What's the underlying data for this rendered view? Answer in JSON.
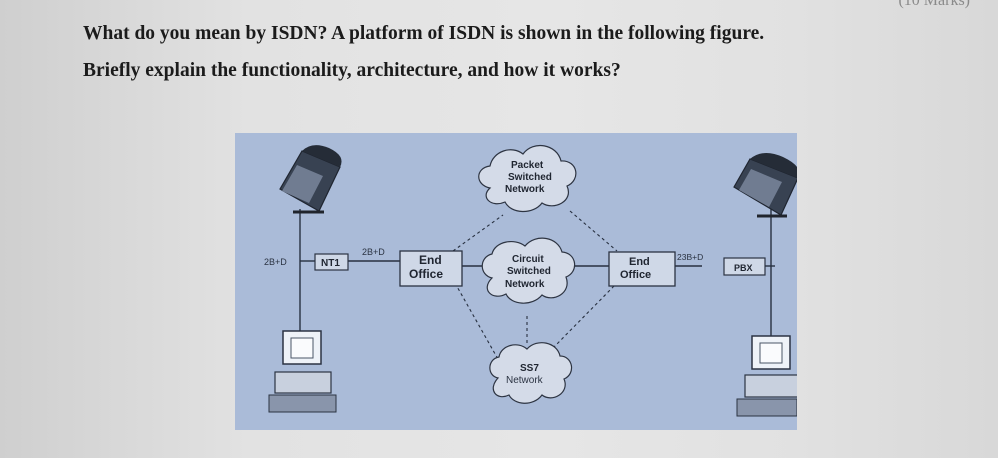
{
  "document": {
    "question_lines": [
      "What do you mean by ISDN? A platform of ISDN is shown in the following figure.",
      "Briefly explain the functionality, architecture, and how it works?"
    ]
  },
  "figure": {
    "left_interface": "2B+D",
    "nt1": "NT1",
    "mid_interface": "2B+D",
    "left_office": {
      "line1": "End",
      "line2": "Office"
    },
    "right_office": {
      "line1": "End",
      "line2": "Office"
    },
    "right_interface": "23B+D",
    "pbx": "PBX",
    "packet_network": {
      "line1": "Packet",
      "line2": "Switched",
      "line3": "Network"
    },
    "circuit_network": {
      "line1": "Circuit",
      "line2": "Switched",
      "line3": "Network"
    },
    "ss7_network": {
      "line1": "SS7",
      "line2": "Network"
    }
  }
}
